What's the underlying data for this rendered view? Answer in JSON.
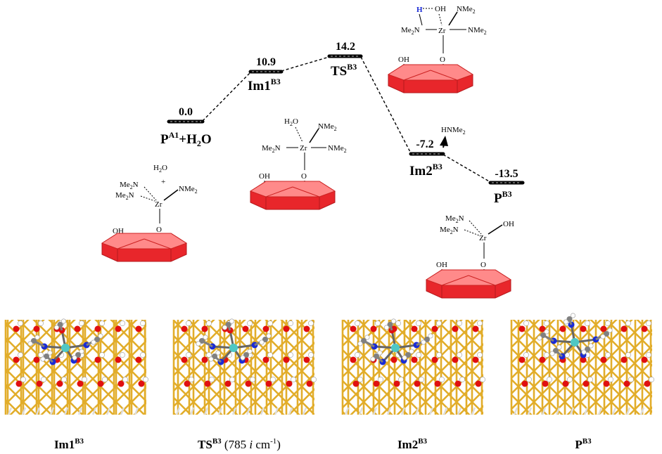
{
  "energy_levels": [
    {
      "id": "pa1",
      "value": "0.0",
      "name": "P",
      "sup": "A1",
      "suffix": "+H",
      "sub": "2",
      "suffix2": "O"
    },
    {
      "id": "im1",
      "value": "10.9",
      "name": "Im1",
      "sup": "B3",
      "suffix": "",
      "sub": "",
      "suffix2": ""
    },
    {
      "id": "ts",
      "value": "14.2",
      "name": "TS",
      "sup": "B3",
      "suffix": "",
      "sub": "",
      "suffix2": ""
    },
    {
      "id": "im2",
      "value": "-7.2",
      "name": "Im2",
      "sup": "B3",
      "suffix": "",
      "sub": "",
      "suffix2": ""
    },
    {
      "id": "pb3",
      "value": "-13.5",
      "name": "P",
      "sup": "B3",
      "suffix": "",
      "sub": "",
      "suffix2": ""
    }
  ],
  "structures": {
    "pa1": {
      "h2o": "H",
      "h2o_sub": "2",
      "h2o_o": "O",
      "plus": "+",
      "me2n_a": "Me",
      "me2n_a_sub": "2",
      "me2n_a_n": "N",
      "me2n_b": "Me",
      "me2n_b_sub": "2",
      "me2n_b_n": "N",
      "nme2": "NMe",
      "nme2_sub": "2",
      "zr": "Zr",
      "o": "O",
      "oh": "OH"
    },
    "im1": {
      "h2o": "H",
      "h2o_sub": "2",
      "h2o_o": "O",
      "nme2_top": "NMe",
      "nme2_top_sub": "2",
      "me2n": "Me",
      "me2n_sub": "2",
      "me2n_n": "N",
      "nme2_right": "NMe",
      "nme2_right_sub": "2",
      "zr": "Zr",
      "o": "O",
      "oh": "OH"
    },
    "ts": {
      "h": "H",
      "oh_top": "OH",
      "nme2_top": "NMe",
      "nme2_top_sub": "2",
      "me2n": "Me",
      "me2n_sub": "2",
      "me2n_n": "N",
      "nme2_right": "NMe",
      "nme2_right_sub": "2",
      "zr": "Zr",
      "o": "O",
      "oh": "OH"
    },
    "im2": {
      "hnme2": "HNMe",
      "hnme2_sub": "2"
    },
    "pb3": {
      "me2n_a": "Me",
      "me2n_a_sub": "2",
      "me2n_a_n": "N",
      "me2n_b": "Me",
      "me2n_b_sub": "2",
      "me2n_b_n": "N",
      "oh_zr": "OH",
      "zr": "Zr",
      "o": "O",
      "oh": "OH"
    }
  },
  "captions": [
    {
      "main": "Im1",
      "sup": "B3",
      "extra": ""
    },
    {
      "main": "TS",
      "sup": "B3",
      "extra": " (785 ",
      "ital": "i",
      "extra2": " cm",
      "sup2": "-1",
      "extra3": ")"
    },
    {
      "main": "Im2",
      "sup": "B3",
      "extra": ""
    },
    {
      "main": "P",
      "sup": "B3",
      "extra": ""
    }
  ],
  "colors": {
    "slab": "#e8262b",
    "slab_light": "#ff7d7d",
    "bond": "#e2ad2a",
    "oxygen": "#e01010",
    "nitrogen": "#1a2bd6",
    "zirconium": "#4fc7c4",
    "carbon": "#808080",
    "hydrogen": "#ffffff",
    "h_label": "#1a2bd6"
  }
}
